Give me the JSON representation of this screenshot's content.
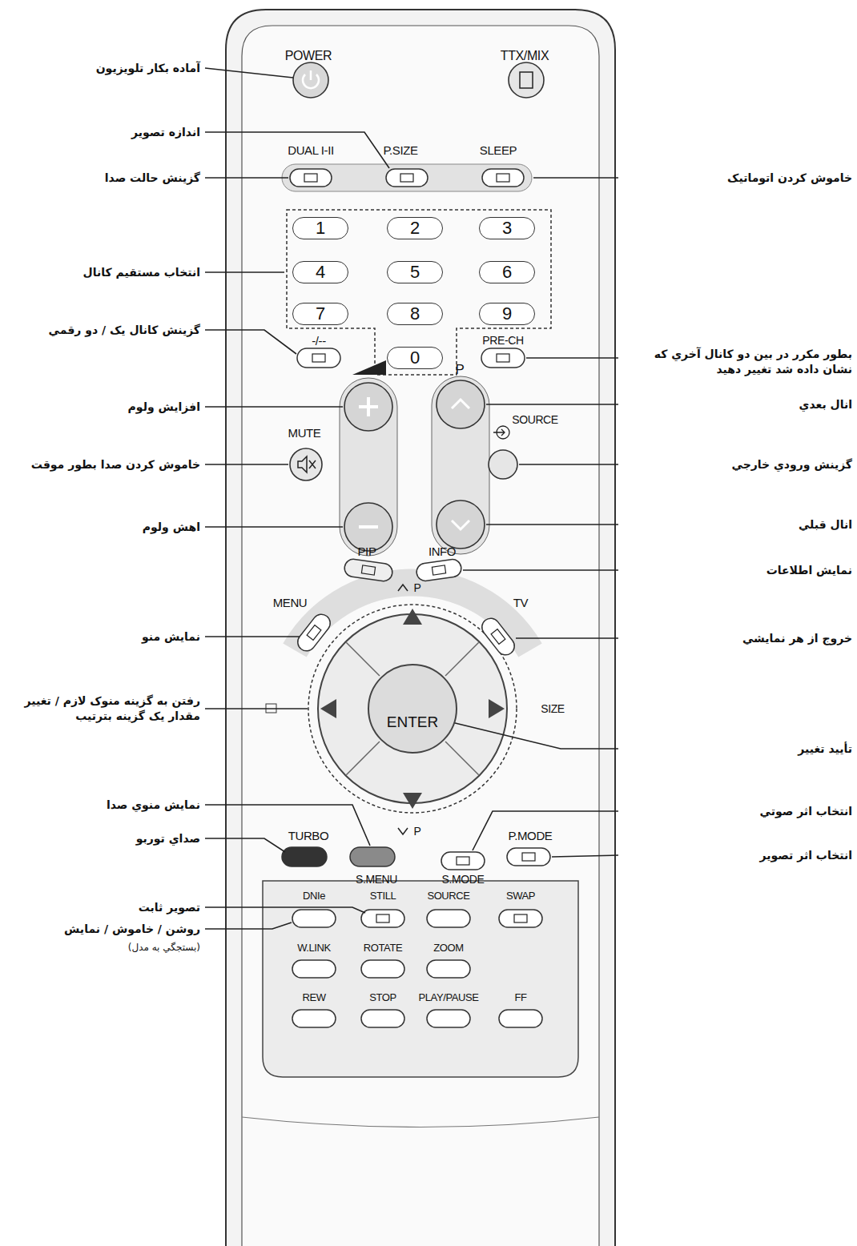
{
  "diagram": {
    "nodes": [
      {
        "text": [
          "1"
        ]
      },
      {
        "text": [
          "2"
        ]
      },
      {
        "text": [
          "3"
        ]
      },
      {
        "text": [
          "4"
        ]
      },
      {
        "text": [
          "5"
        ]
      },
      {
        "text": [
          "6"
        ]
      },
      {
        "text": [
          "7"
        ]
      },
      {
        "text": [
          "8"
        ]
      },
      {
        "text": [
          "9"
        ]
      },
      {
        "text": [
          "0"
        ]
      },
      {
        "text": [
          "ENTER"
        ]
      }
    ],
    "labels": [
      "آماده بكار تلويزيون",
      "اندازه تصوير",
      "گزينش حالت صدا",
      "انتخاب مستقيم كانال",
      "گزينش كانال يک / دو رقمي",
      "افزايش ولوم",
      "خاموش كردن صدا بطور موقت",
      "اهش ولوم",
      "نمايش منو",
      "رفتن به گزينه منوک لازم / تغيير مقدار يک گزينه بترتيب",
      "نمايش منوي صدا",
      "صداي توربو",
      "تصوير ثابت",
      "روشن / خاموش / نمايش",
      "(بستجگي به مدل)",
      "خاموش كردن اتوماتيک",
      "بطور مكرر در بين دو كانال آخري كه نشان داده شد تغيير دهيد",
      "انال بعدي",
      "گزينش ورودي خارجي",
      "انال قبلي",
      "نمايش اطلاعات",
      "خروج از هر نمايشي",
      "تأييد تغيير",
      "انتخاب اثر صوتي",
      "انتخاب اثر تصوير",
      "POWER",
      "TTX/MIX",
      "DUAL I-II",
      "P.SIZE",
      "SLEEP",
      "-/--",
      "PRE-CH",
      "P",
      "MUTE",
      "SOURCE",
      "PIP",
      "INFO",
      "MENU",
      "TV",
      "P",
      "SIZE",
      "P",
      "TURBO",
      "S.MENU",
      "S.MODE",
      "P.MODE",
      "DNIe",
      "STILL",
      "SOURCE",
      "SWAP",
      "W.LINK",
      "ROTATE",
      "ZOOM",
      "REW",
      "STOP",
      "PLAY/PAUSE",
      "FF"
    ]
  }
}
